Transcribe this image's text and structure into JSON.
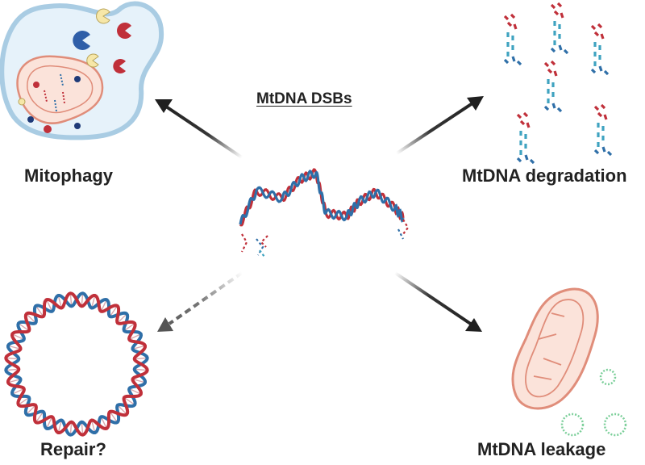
{
  "title": "MtDNA DSBs",
  "labels": {
    "mitophagy": "Mitophagy",
    "degradation": "MtDNA degradation",
    "repair": "Repair?",
    "leakage": "MtDNA leakage"
  },
  "icons": {
    "center": "broken-dna-strand-icon",
    "mitophagy": "autophagosome-with-mitochondrion-icon",
    "degradation": "degraded-dna-fragments-icon",
    "repair": "circular-mtdna-icon",
    "leakage": "mitochondrion-with-released-dna-icon"
  },
  "colors": {
    "strand_red": "#c0303a",
    "strand_blue": "#2f6fa8",
    "fragment_teal": "#3fa3c0",
    "mito_fill": "#fbe3da",
    "mito_stroke": "#e08d7a",
    "leak_green": "#7ccf9a",
    "autophagosome_fill": "#e6f2fa",
    "autophagosome_stroke": "#a9cce3",
    "arrow": "#1f1f1f"
  }
}
